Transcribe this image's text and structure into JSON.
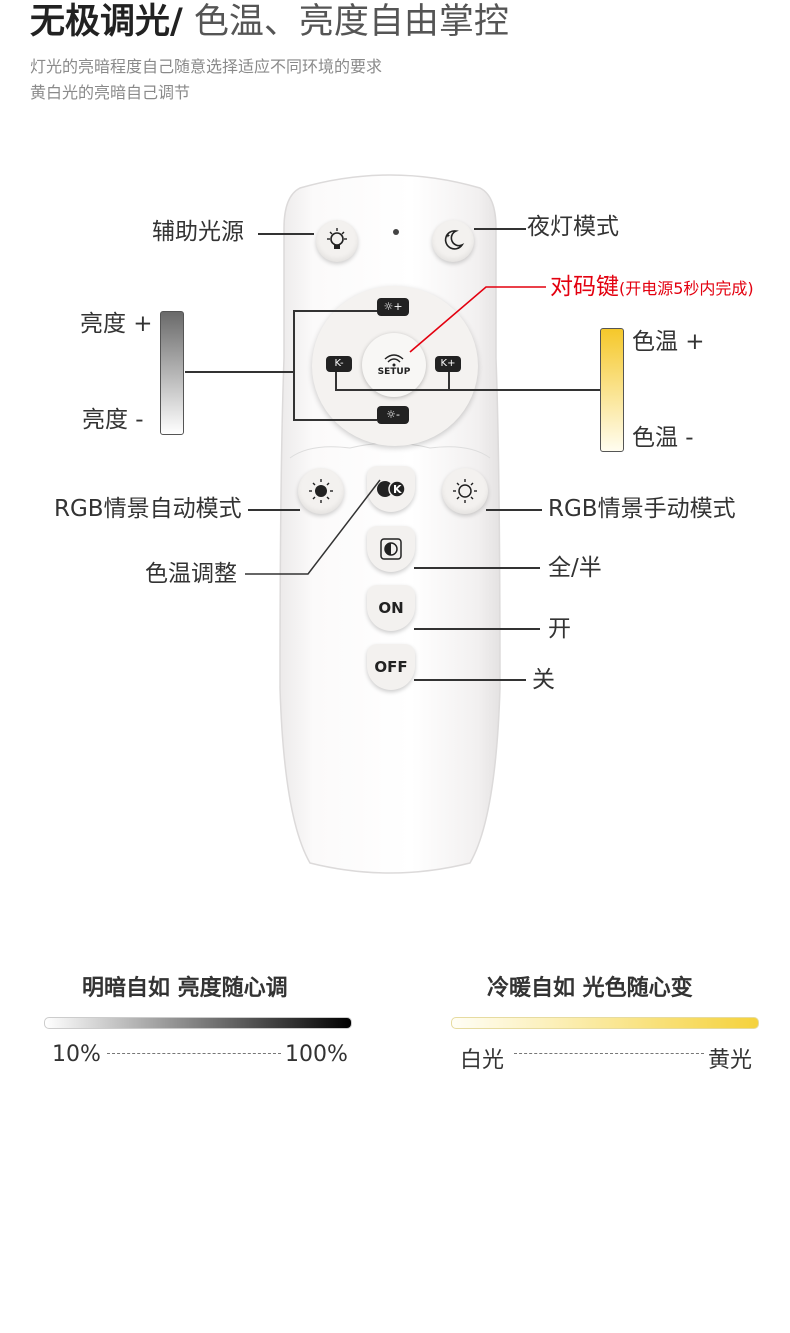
{
  "header": {
    "title_bold": "无极调光/",
    "title_light": " 色温、亮度自由掌控",
    "subtitle_1": "灯光的亮暗程度自己随意选择适应不同环境的要求",
    "subtitle_2": "黄白光的亮暗自己调节"
  },
  "remote": {
    "setup_label": "SETUP",
    "on_label": "ON",
    "off_label": "OFF"
  },
  "callouts": {
    "aux_light": "辅助光源",
    "night_mode": "夜灯模式",
    "pairing_key": "对码键",
    "pairing_note": "(开电源5秒内完成)",
    "brightness_plus": "亮度 +",
    "brightness_minus": "亮度 -",
    "color_temp_plus": "色温 +",
    "color_temp_minus": "色温 -",
    "rgb_auto": "RGB情景自动模式",
    "rgb_manual": "RGB情景手动模式",
    "color_temp_adjust": "色温调整",
    "full_half": "全/半",
    "on": "开",
    "off": "关"
  },
  "bottom": {
    "brightness_title": "明暗自如 亮度随心调",
    "brightness_min": "10%",
    "brightness_max": "100%",
    "temp_title": "冷暖自如 光色随心变",
    "temp_min": "白光",
    "temp_max": "黄光"
  },
  "colors": {
    "pairing_red": "#e3000f",
    "warm_yellow": "#f5d23c",
    "remote_body": "#f4f2f0"
  }
}
